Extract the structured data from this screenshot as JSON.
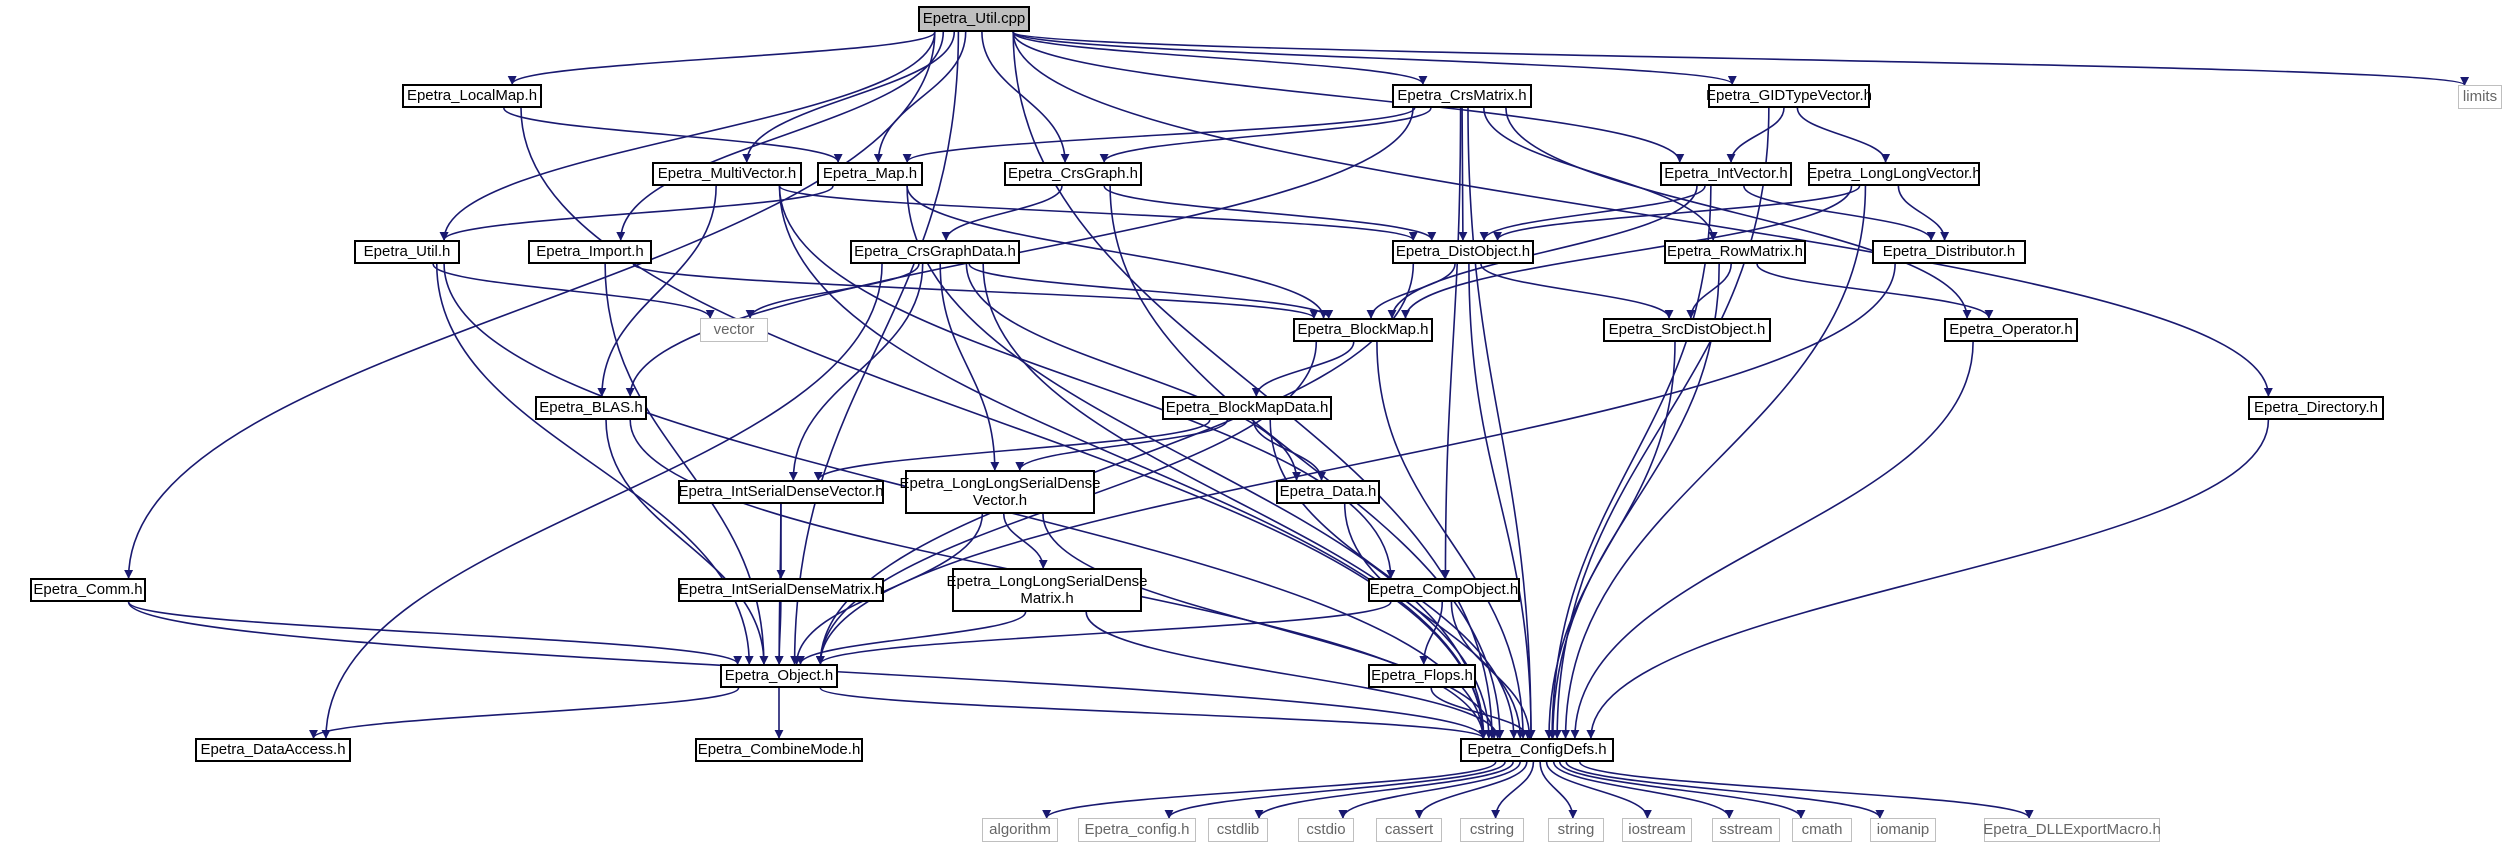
{
  "title": "Epetra_Util.cpp",
  "colors": {
    "edge": "#191970",
    "node_border": "#000000",
    "root_fill": "#bfbfbf",
    "external_border": "#bfbfbf",
    "external_text": "#666666"
  },
  "nodes": {
    "Epetra_Util_cpp": "Epetra_Util.cpp",
    "limits": "limits",
    "Epetra_LocalMap_h": "Epetra_LocalMap.h",
    "Epetra_CrsMatrix_h": "Epetra_CrsMatrix.h",
    "Epetra_GIDTypeVector_h": "Epetra_GIDTypeVector.h",
    "Epetra_MultiVector_h": "Epetra_MultiVector.h",
    "Epetra_Map_h": "Epetra_Map.h",
    "Epetra_CrsGraph_h": "Epetra_CrsGraph.h",
    "Epetra_IntVector_h": "Epetra_IntVector.h",
    "Epetra_LongLongVector_h": "Epetra_LongLongVector.h",
    "Epetra_Util_h": "Epetra_Util.h",
    "Epetra_Import_h": "Epetra_Import.h",
    "Epetra_CrsGraphData_h": "Epetra_CrsGraphData.h",
    "Epetra_DistObject_h": "Epetra_DistObject.h",
    "Epetra_RowMatrix_h": "Epetra_RowMatrix.h",
    "Epetra_Distributor_h": "Epetra_Distributor.h",
    "vector": "vector",
    "Epetra_BlockMap_h": "Epetra_BlockMap.h",
    "Epetra_SrcDistObject_h": "Epetra_SrcDistObject.h",
    "Epetra_Operator_h": "Epetra_Operator.h",
    "Epetra_BLAS_h": "Epetra_BLAS.h",
    "Epetra_BlockMapData_h": "Epetra_BlockMapData.h",
    "Epetra_Directory_h": "Epetra_Directory.h",
    "Epetra_IntSerialDenseVector_h": "Epetra_IntSerialDenseVector.h",
    "Epetra_LongLongSerialDenseVector_h": "Epetra_LongLongSerialDense\nVector.h",
    "Epetra_Data_h": "Epetra_Data.h",
    "Epetra_Comm_h": "Epetra_Comm.h",
    "Epetra_IntSerialDenseMatrix_h": "Epetra_IntSerialDenseMatrix.h",
    "Epetra_LongLongSerialDenseMatrix_h": "Epetra_LongLongSerialDense\nMatrix.h",
    "Epetra_CompObject_h": "Epetra_CompObject.h",
    "Epetra_Object_h": "Epetra_Object.h",
    "Epetra_Flops_h": "Epetra_Flops.h",
    "Epetra_DataAccess_h": "Epetra_DataAccess.h",
    "Epetra_CombineMode_h": "Epetra_CombineMode.h",
    "Epetra_ConfigDefs_h": "Epetra_ConfigDefs.h",
    "algorithm": "algorithm",
    "Epetra_config_h": "Epetra_config.h",
    "cstdlib": "cstdlib",
    "cstdio": "cstdio",
    "cassert": "cassert",
    "cstring": "cstring",
    "string": "string",
    "iostream": "iostream",
    "sstream": "sstream",
    "cmath": "cmath",
    "iomanip": "iomanip",
    "Epetra_DLLExportMacro_h": "Epetra_DLLExportMacro.h"
  }
}
